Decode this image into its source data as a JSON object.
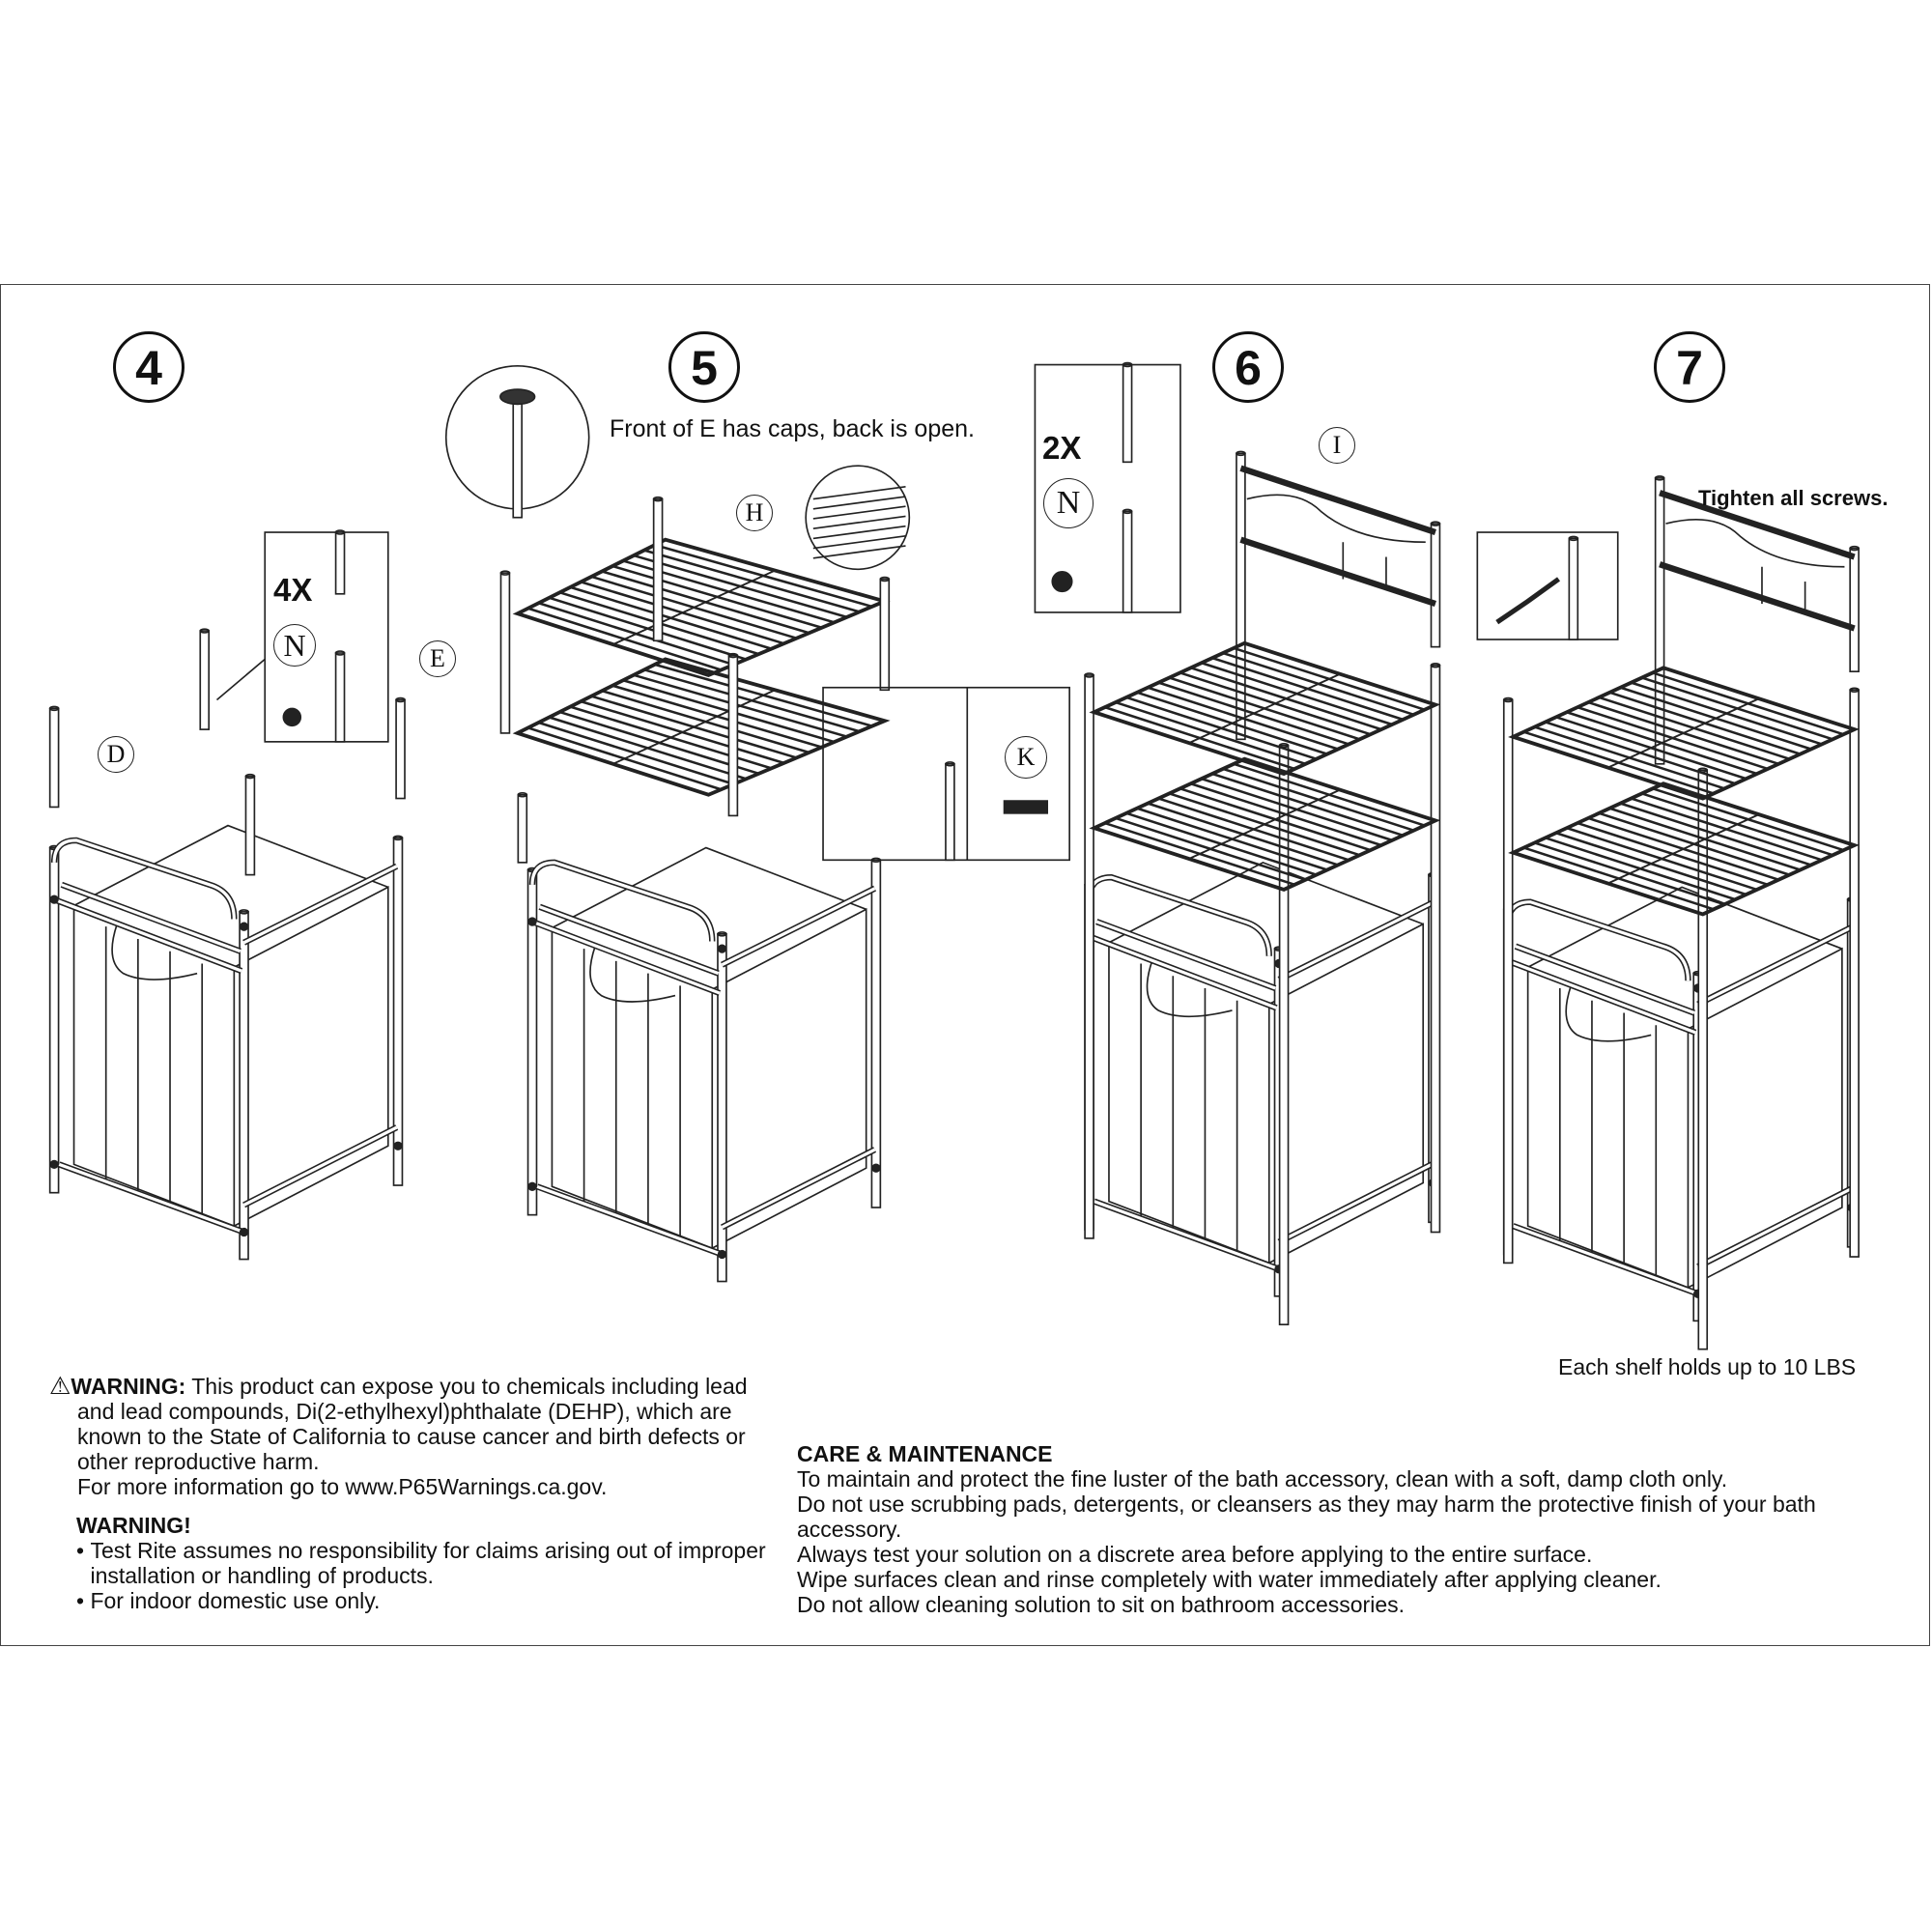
{
  "steps": [
    {
      "number": "4"
    },
    {
      "number": "5"
    },
    {
      "number": "6"
    },
    {
      "number": "7"
    }
  ],
  "step4": {
    "qty": "4X",
    "part_hardware": "N",
    "part_post": "D"
  },
  "step5": {
    "note": "Front of E has caps, back is open.",
    "part_shelf": "H",
    "part_post": "E",
    "part_screw": "K"
  },
  "step6": {
    "qty": "2X",
    "part_hardware": "N",
    "part_top": "I"
  },
  "step7": {
    "note": "Tighten all screws."
  },
  "capacity": "Each shelf holds up to 10 LBS",
  "prop65": {
    "heading": "WARNING:",
    "lines": [
      "This product can expose you to chemicals including lead",
      "and lead compounds, Di(2-ethylhexyl)phthalate (DEHP), which are",
      "known to the State of California to cause cancer and birth defects or",
      "other reproductive harm.",
      "For more information go to www.P65Warnings.ca.gov."
    ],
    "icon": "warning-triangle-icon"
  },
  "warning": {
    "heading": "WARNING!",
    "bullets": [
      "Test Rite assumes no responsibility for claims arising out of improper installation or handling of products.",
      "For indoor domestic use only."
    ]
  },
  "care": {
    "heading": "CARE & MAINTENANCE",
    "lines": [
      "To maintain and protect the fine luster of the bath accessory, clean with a soft, damp cloth only.",
      "Do not use scrubbing pads, detergents, or cleansers as they may harm the protective finish of your bath",
      "accessory.",
      "Always test your solution on a discrete area before applying to the entire surface.",
      "Wipe surfaces clean and rinse completely with water immediately after applying cleaner.",
      "Do not allow cleaning solution to sit on bathroom accessories."
    ]
  }
}
